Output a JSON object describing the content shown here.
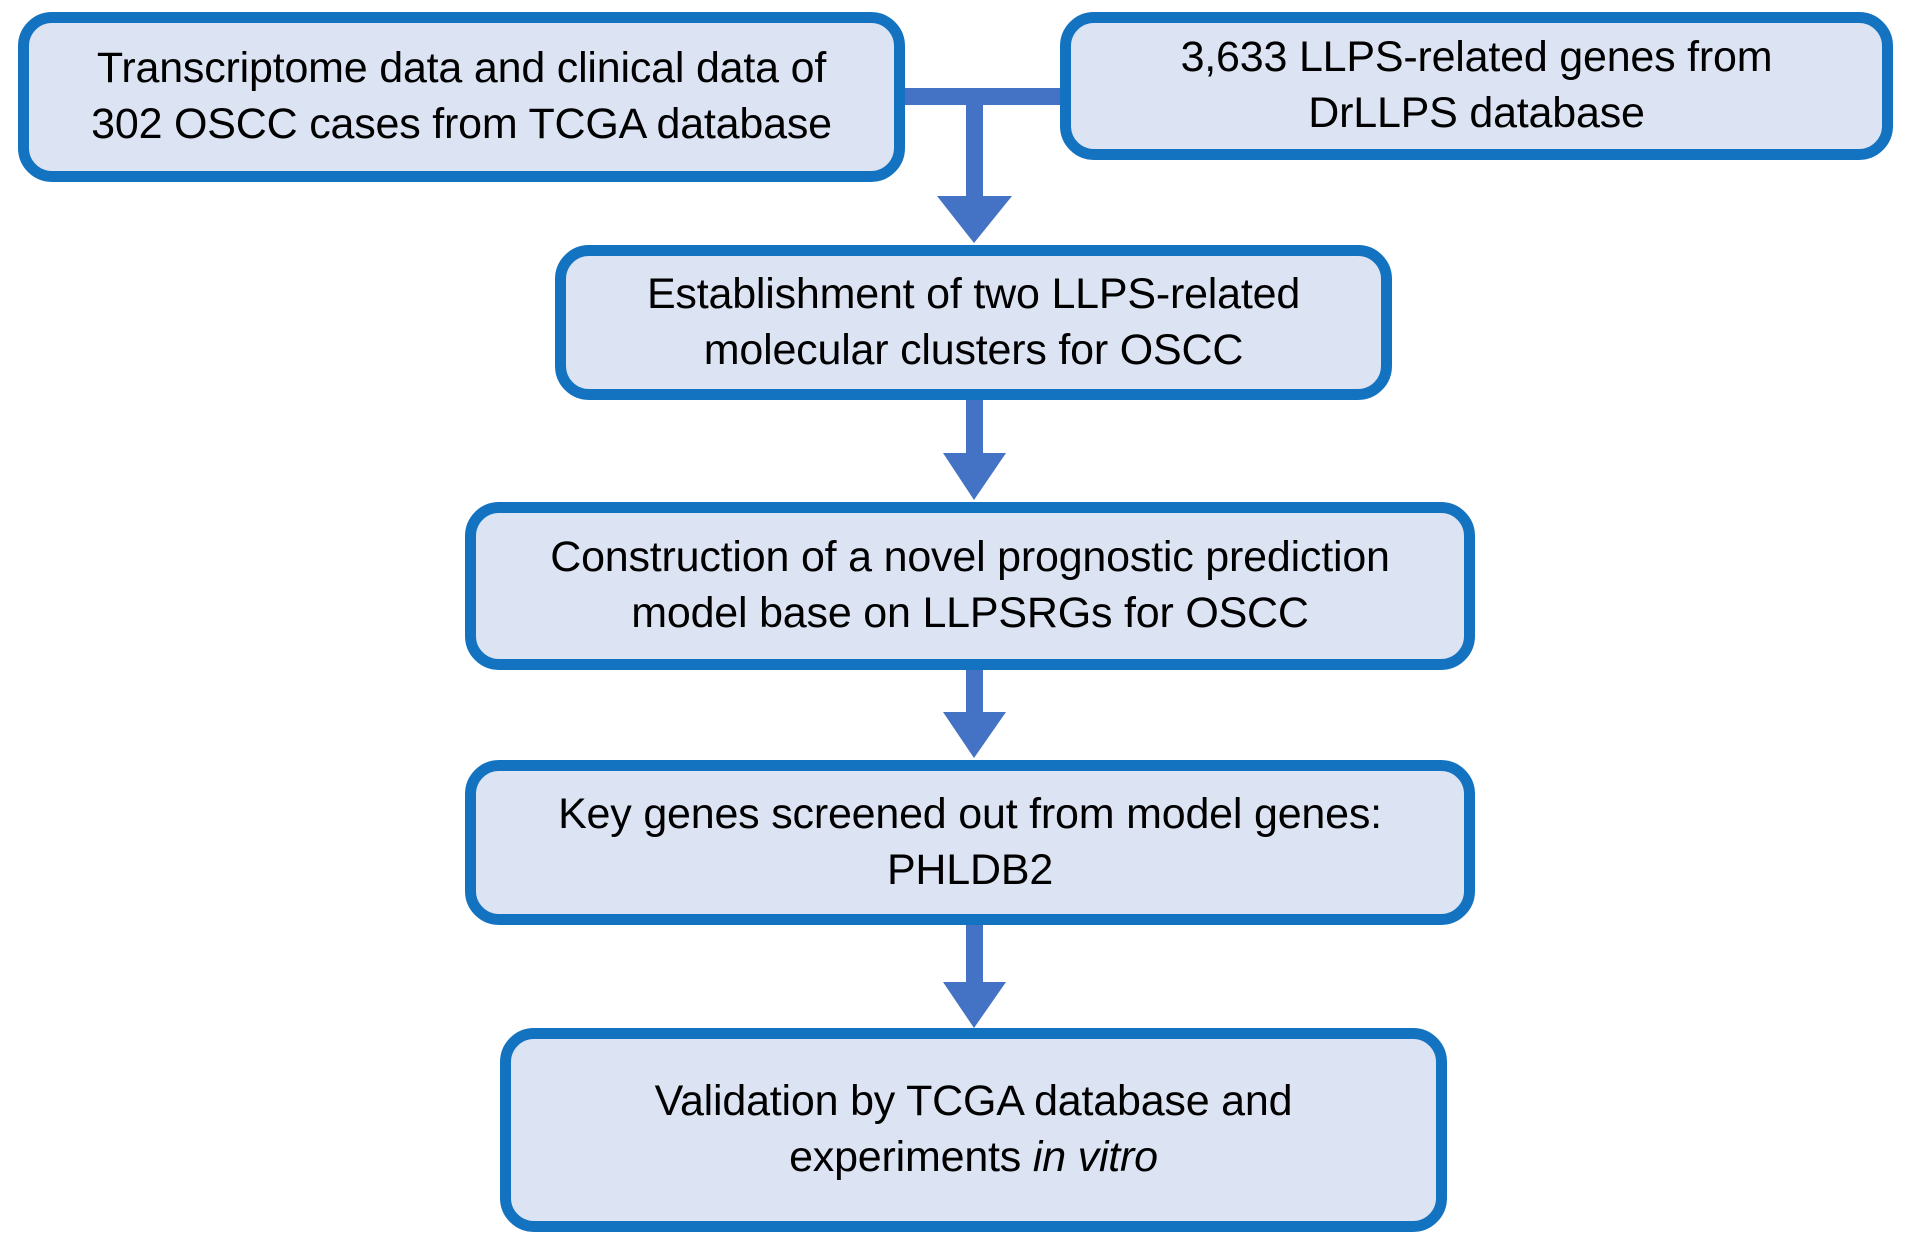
{
  "figure": {
    "type": "flowchart",
    "orientation": "top-to-bottom",
    "colors": {
      "node_border": "#1373C0",
      "node_fill": "#DCE3F2",
      "connector": "#4472C4",
      "text": "#000000",
      "background": "#FFFFFF"
    }
  },
  "nodes": {
    "tcga_input": {
      "id": "tcga-input",
      "line1": "Transcriptome data and clinical data of",
      "line2": "302 OSCC cases from TCGA database",
      "case_count": "302",
      "source_database": "TCGA"
    },
    "drllps_input": {
      "id": "drllps-input",
      "line1": "3,633 LLPS-related genes from",
      "line2": "DrLLPS database",
      "gene_count": "3,633",
      "source_database": "DrLLPS"
    },
    "clusters": {
      "id": "clusters",
      "line1": "Establishment of two LLPS-related",
      "line2": "molecular clusters for OSCC"
    },
    "model": {
      "id": "model",
      "line1": "Construction of a novel prognostic prediction",
      "line2": "model base on LLPSRGs for OSCC"
    },
    "key_genes": {
      "id": "key-genes",
      "line1": "Key genes screened out from model genes:",
      "line2": "PHLDB2",
      "gene": "PHLDB2"
    },
    "validation": {
      "id": "validation",
      "line1": "Validation by TCGA database and",
      "line2_prefix": "experiments ",
      "line2_italic": "in vitro"
    }
  },
  "connectors": [
    {
      "id": "merge-to-clusters",
      "from": [
        "tcga-input",
        "drllps-input"
      ],
      "to": "clusters",
      "style": "merge-elbow-arrow"
    },
    {
      "id": "clusters-to-model",
      "from": [
        "clusters"
      ],
      "to": "model",
      "style": "straight-arrow"
    },
    {
      "id": "model-to-key-genes",
      "from": [
        "model"
      ],
      "to": "key-genes",
      "style": "straight-arrow"
    },
    {
      "id": "key-genes-to-validation",
      "from": [
        "key-genes"
      ],
      "to": "validation",
      "style": "straight-arrow"
    }
  ]
}
